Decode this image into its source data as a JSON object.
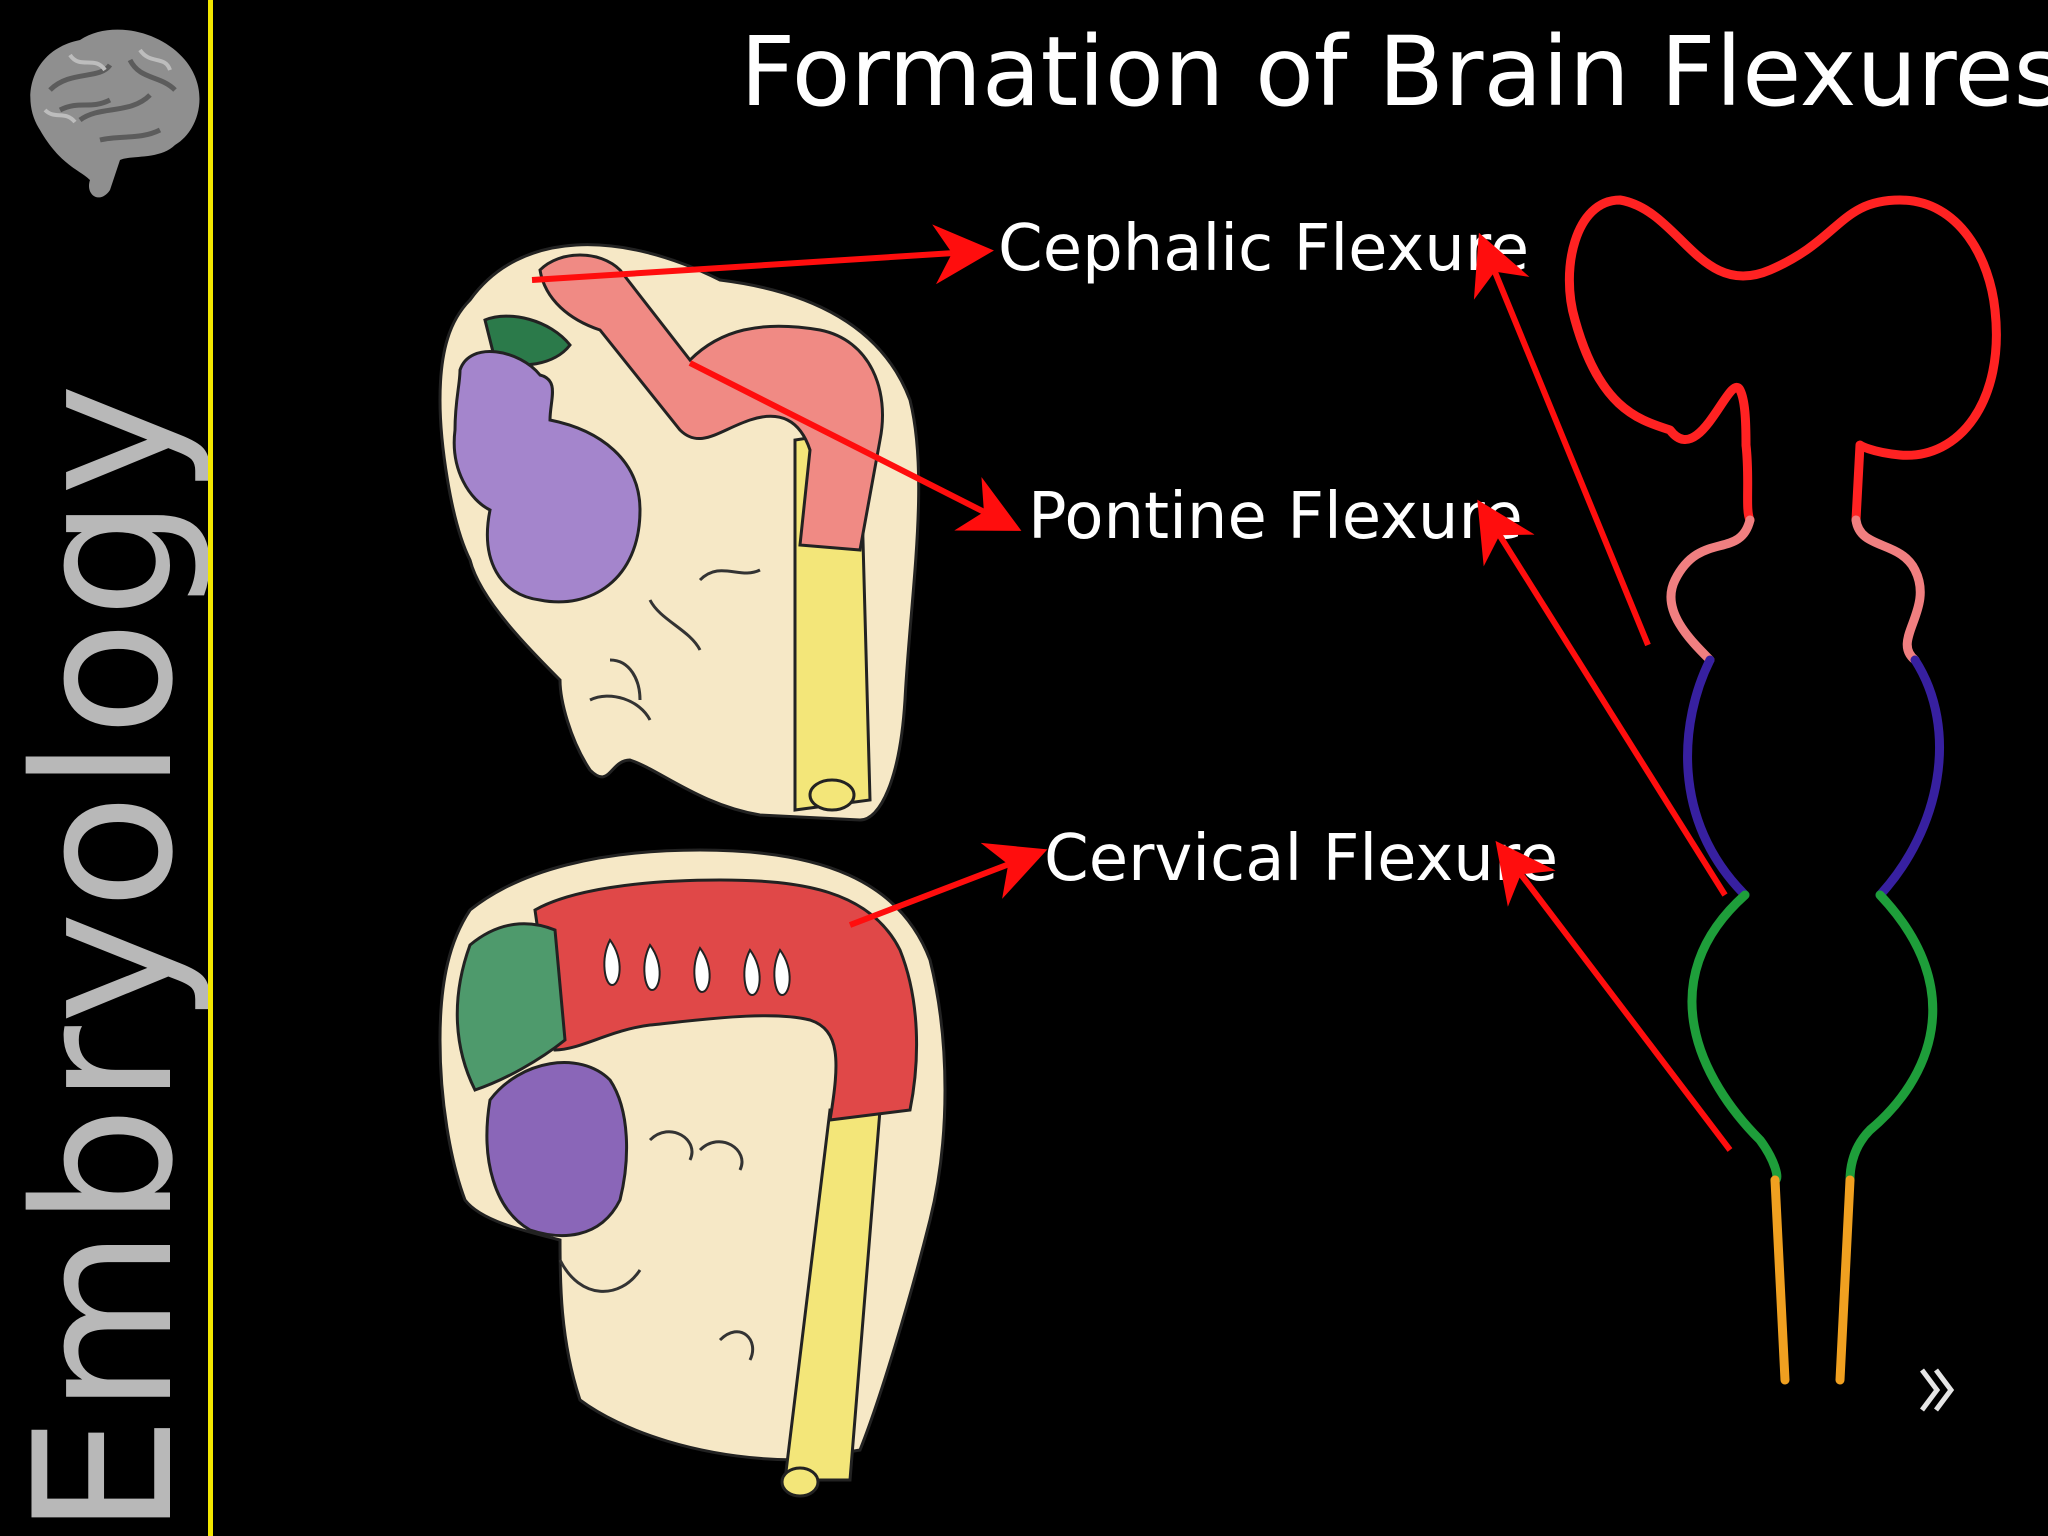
{
  "slide": {
    "title": "Formation of Brain Flexures",
    "sidebar_text": "Embryology",
    "sidebar_icon": "brain-icon",
    "next_icon": "double-chevron-right-icon"
  },
  "labels": {
    "cephalic": "Cephalic Flexure",
    "pontine": "Pontine Flexure",
    "cervical": "Cervical Flexure"
  },
  "colors": {
    "accent_line": "#f2e600",
    "arrow": "#ff0d0d",
    "forebrain": "#ff2222",
    "midbrain": "#f07f80",
    "hindbrain": "#3720a0",
    "medulla": "#1e9e3a",
    "spinal_cord": "#f0a020",
    "background": "#000000"
  }
}
